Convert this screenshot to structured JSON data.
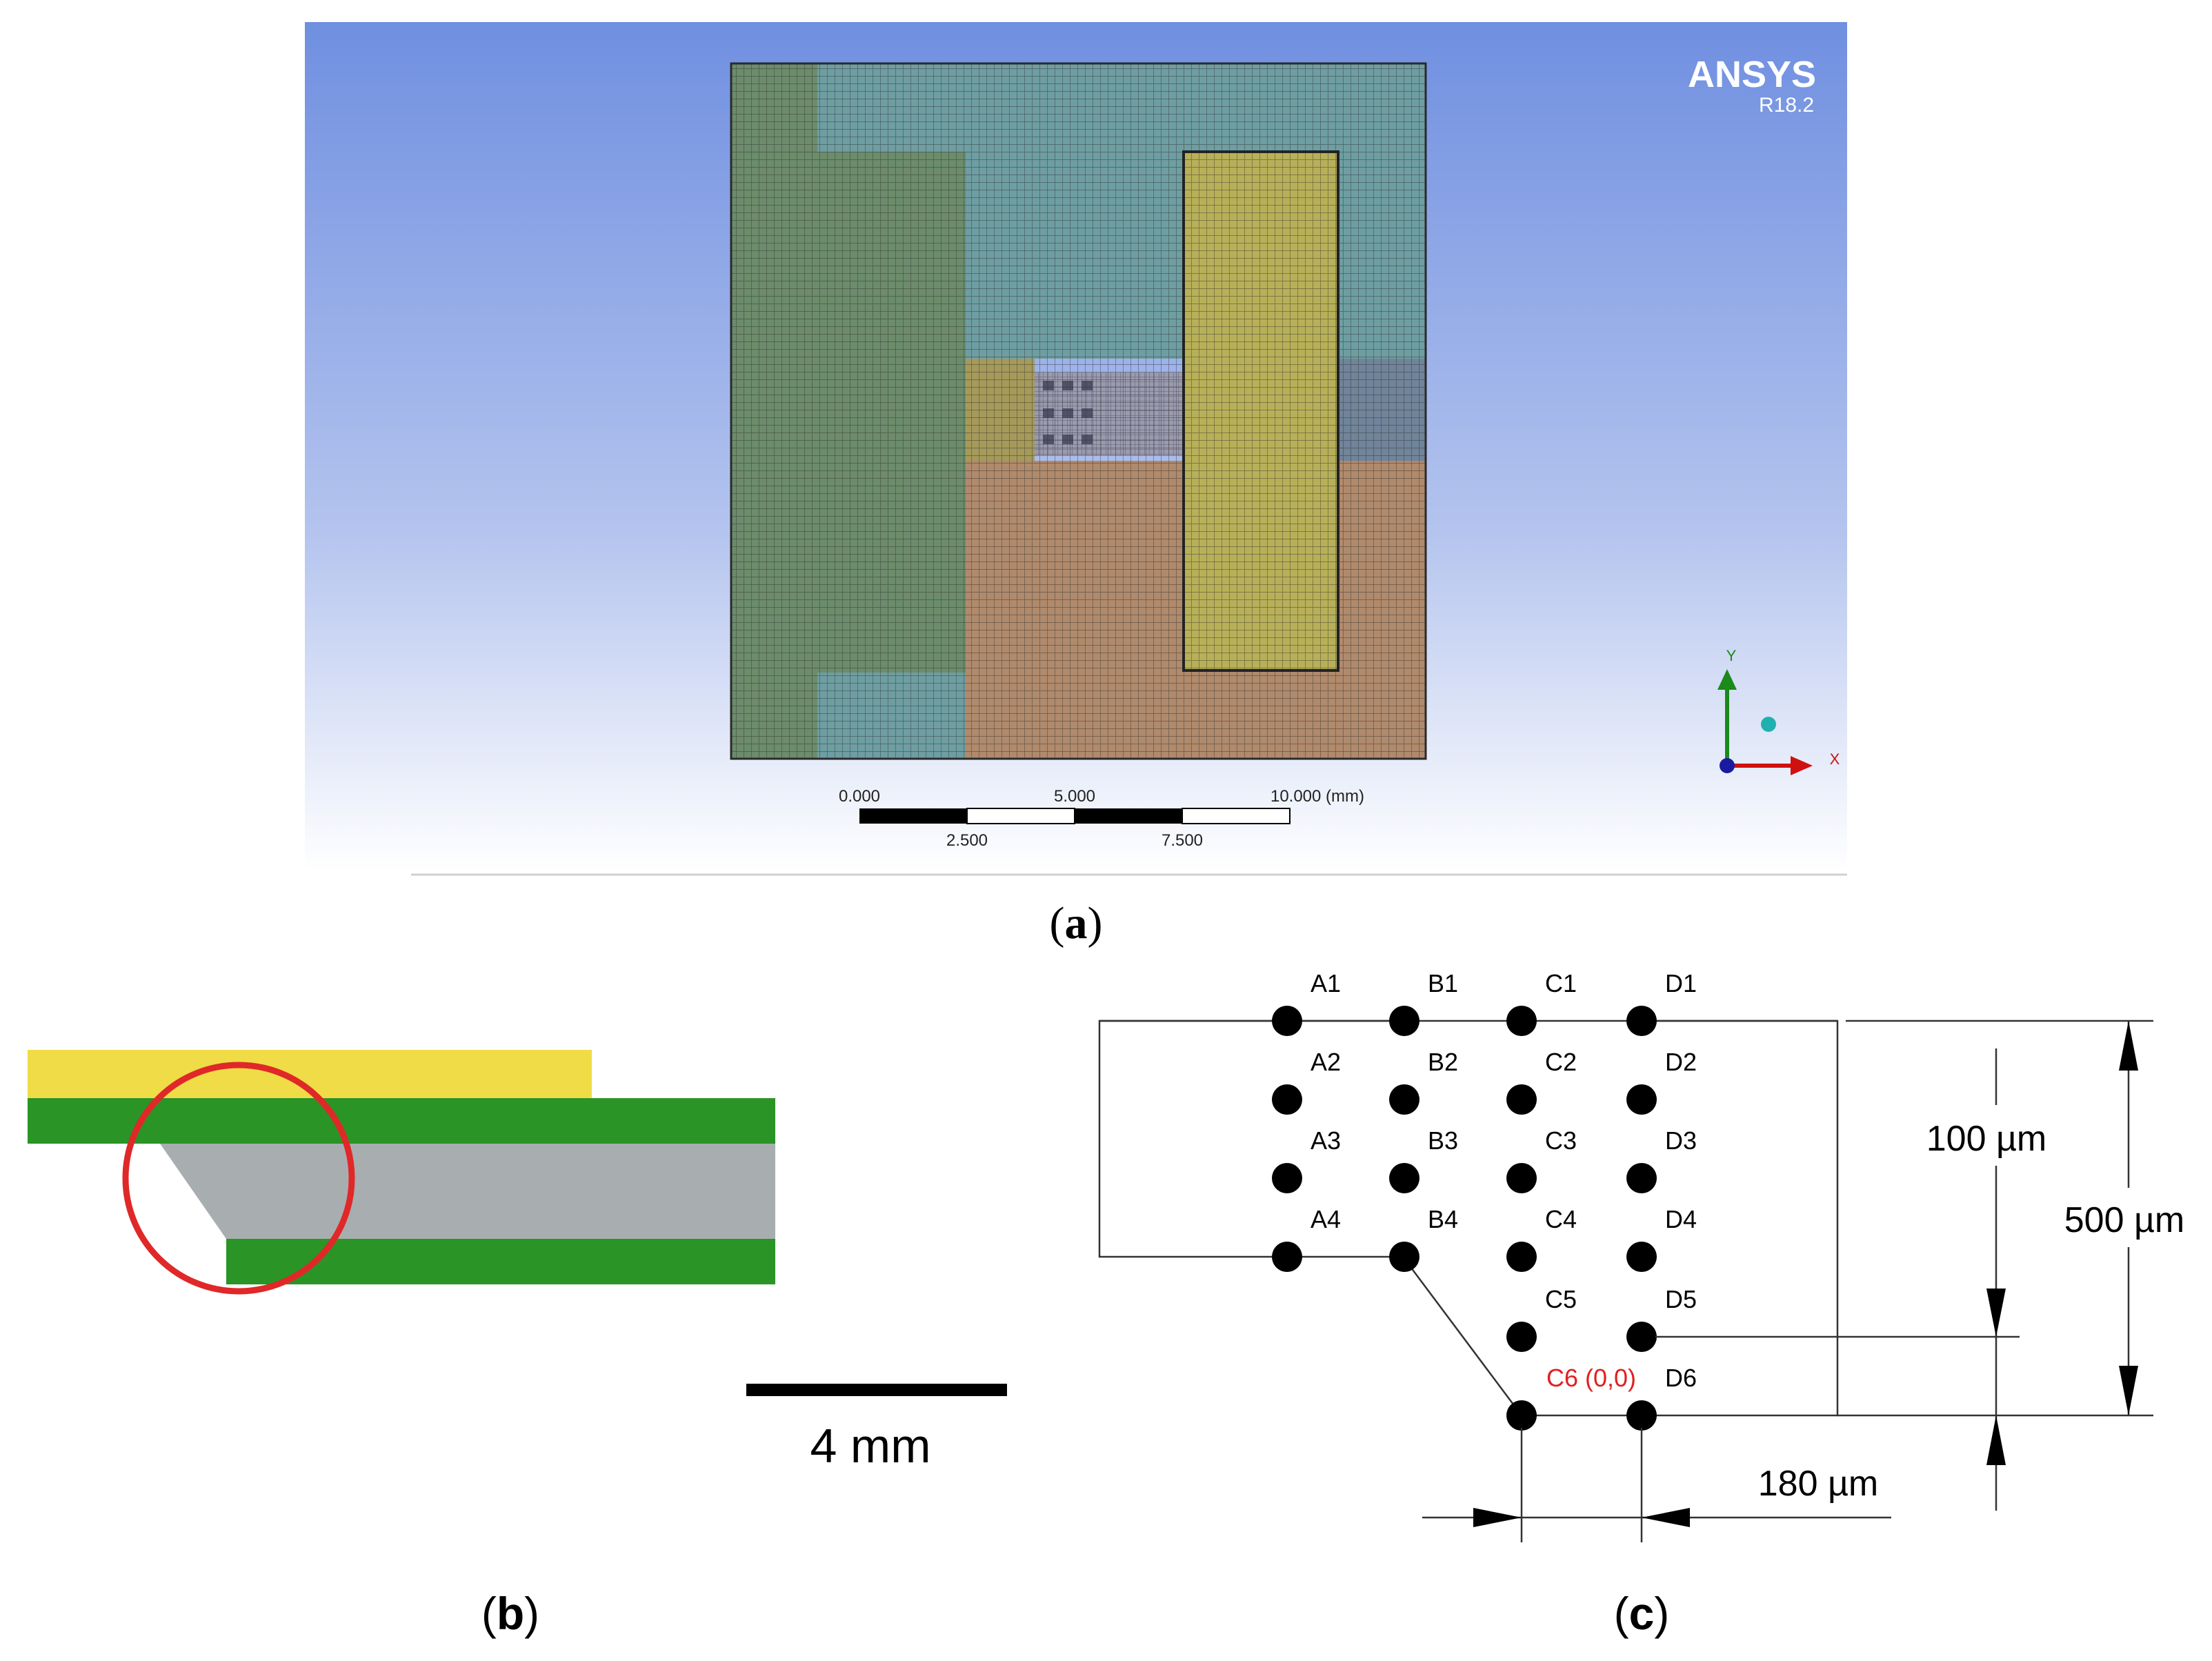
{
  "panel_a": {
    "brand": "ANSYS",
    "version": "R18.2",
    "scale_top_labels": [
      "0.000",
      "5.000",
      "10.000 (mm)"
    ],
    "scale_bottom_labels": [
      "2.500",
      "7.500"
    ],
    "axis_x": "X",
    "axis_y": "Y",
    "caption": "a",
    "colors": {
      "bg_top": "#6f8fe0",
      "bg_bottom": "#ffffff",
      "green_region": "#6a8a6a",
      "blue_region": "#6f9ea0",
      "yellow_region": "#b8b058",
      "orange_region": "#b08a6a",
      "slate_region": "#6f8498"
    }
  },
  "panel_b": {
    "scale_label": "4 mm",
    "caption": "b",
    "colors": {
      "yellow": "#f0dc46",
      "green": "#2a9426",
      "gray": "#a8adb0",
      "circle": "#e02828"
    }
  },
  "panel_c": {
    "caption": "c",
    "points": [
      {
        "label": "A1"
      },
      {
        "label": "B1"
      },
      {
        "label": "C1"
      },
      {
        "label": "D1"
      },
      {
        "label": "A2"
      },
      {
        "label": "B2"
      },
      {
        "label": "C2"
      },
      {
        "label": "D2"
      },
      {
        "label": "A3"
      },
      {
        "label": "B3"
      },
      {
        "label": "C3"
      },
      {
        "label": "D3"
      },
      {
        "label": "A4"
      },
      {
        "label": "B4"
      },
      {
        "label": "C4"
      },
      {
        "label": "D4"
      },
      {
        "label": "C5"
      },
      {
        "label": "D5"
      },
      {
        "label": "C6 (0,0)",
        "highlight": true
      },
      {
        "label": "D6"
      }
    ],
    "dim_100": "100 µm",
    "dim_500": "500 µm",
    "dim_180": "180 µm",
    "highlight_color": "#e02020"
  }
}
